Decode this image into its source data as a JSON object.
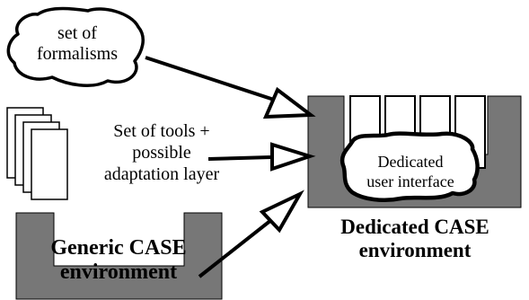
{
  "diagram": {
    "formalisms_label_line1": "set of",
    "formalisms_label_line2": "formalisms",
    "tools_label_line1": "Set of tools +",
    "tools_label_line2": "possible",
    "tools_label_line3": "adaptation layer",
    "generic_label_line1": "Generic CASE",
    "generic_label_line2": "environment",
    "dedicated_ui_line1": "Dedicated",
    "dedicated_ui_line2": "user interface",
    "dedicated_case_line1": "Dedicated CASE",
    "dedicated_case_line2": "environment"
  },
  "colors": {
    "frame_gray": "#777777",
    "outline": "#000000",
    "background": "#ffffff"
  }
}
